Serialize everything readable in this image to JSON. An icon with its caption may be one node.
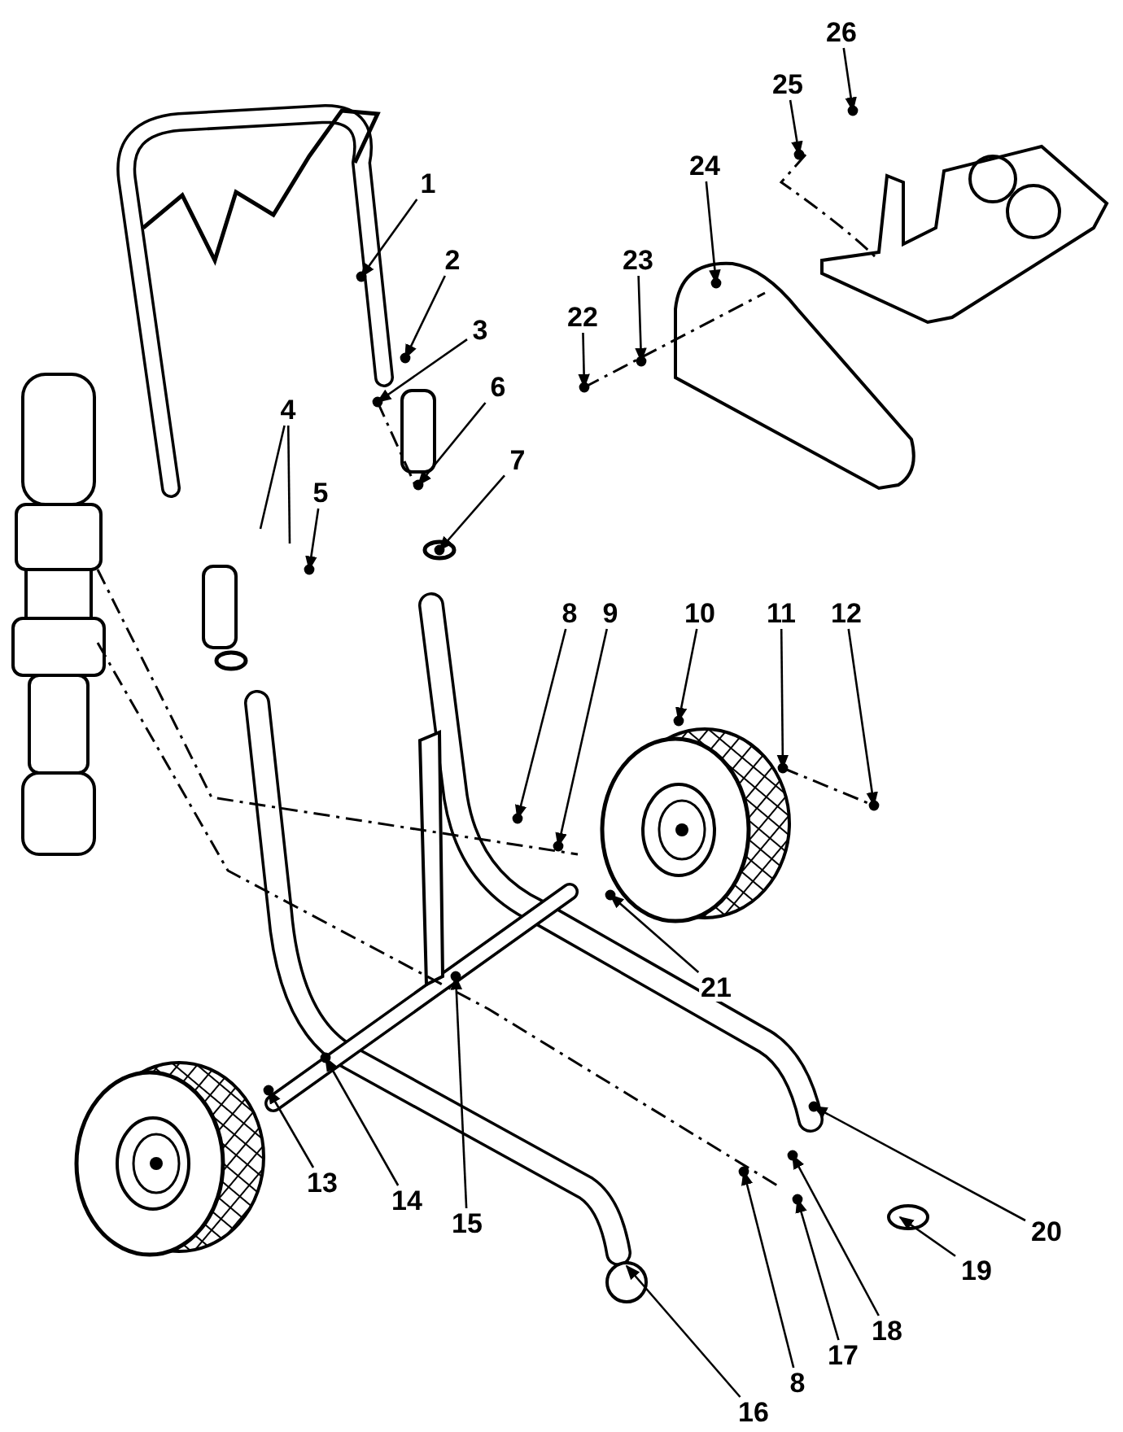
{
  "diagram": {
    "nodes": [
      {
        "text": [
          "1"
        ]
      },
      {
        "text": [
          "2"
        ]
      },
      {
        "text": [
          "3"
        ]
      },
      {
        "text": [
          "4"
        ]
      },
      {
        "text": [
          "5"
        ]
      },
      {
        "text": [
          "6"
        ]
      },
      {
        "text": [
          "7"
        ]
      },
      {
        "text": [
          "8"
        ]
      },
      {
        "text": [
          "9"
        ]
      },
      {
        "text": [
          "10"
        ]
      },
      {
        "text": [
          "11"
        ]
      },
      {
        "text": [
          "12"
        ]
      },
      {
        "text": [
          "13"
        ]
      },
      {
        "text": [
          "14"
        ]
      },
      {
        "text": [
          "15"
        ]
      },
      {
        "text": [
          "16"
        ]
      },
      {
        "text": [
          "8"
        ]
      },
      {
        "text": [
          "17"
        ]
      },
      {
        "text": [
          "18"
        ]
      },
      {
        "text": [
          "19"
        ]
      },
      {
        "text": [
          "20"
        ]
      },
      {
        "text": [
          "21"
        ]
      },
      {
        "text": [
          "22"
        ]
      },
      {
        "text": [
          "23"
        ]
      },
      {
        "text": [
          "24"
        ]
      },
      {
        "text": [
          "25"
        ]
      },
      {
        "text": [
          "26"
        ]
      }
    ],
    "edges": [
      {
        "from": 0,
        "to": null,
        "arrow": "to"
      },
      {
        "from": 1,
        "to": null,
        "arrow": "to"
      },
      {
        "from": 2,
        "to": null,
        "arrow": "to"
      },
      {
        "from": 3,
        "to": null,
        "arrow": "none"
      },
      {
        "from": 3,
        "to": null,
        "arrow": "none"
      },
      {
        "from": 4,
        "to": null,
        "arrow": "to"
      },
      {
        "from": 5,
        "to": null,
        "arrow": "to"
      },
      {
        "from": 6,
        "to": null,
        "arrow": "to"
      },
      {
        "from": 7,
        "to": null,
        "arrow": "to"
      },
      {
        "from": 8,
        "to": null,
        "arrow": "to"
      },
      {
        "from": 9,
        "to": null,
        "arrow": "to"
      },
      {
        "from": 10,
        "to": null,
        "arrow": "to"
      },
      {
        "from": 11,
        "to": null,
        "arrow": "to"
      },
      {
        "from": 12,
        "to": null,
        "arrow": "to"
      },
      {
        "from": 13,
        "to": null,
        "arrow": "to"
      },
      {
        "from": 14,
        "to": null,
        "arrow": "to"
      },
      {
        "from": 15,
        "to": null,
        "arrow": "to"
      },
      {
        "from": 16,
        "to": null,
        "arrow": "to"
      },
      {
        "from": 17,
        "to": null,
        "arrow": "to"
      },
      {
        "from": 18,
        "to": null,
        "arrow": "to"
      },
      {
        "from": 19,
        "to": null,
        "arrow": "to"
      },
      {
        "from": 20,
        "to": null,
        "arrow": "to"
      },
      {
        "from": 21,
        "to": null,
        "arrow": "to"
      },
      {
        "from": 22,
        "to": null,
        "arrow": "to"
      },
      {
        "from": 23,
        "to": null,
        "arrow": "to"
      },
      {
        "from": 24,
        "to": null,
        "arrow": "to"
      },
      {
        "from": 25,
        "to": null,
        "arrow": "to"
      },
      {
        "from": 26,
        "to": null,
        "arrow": "to"
      }
    ]
  }
}
